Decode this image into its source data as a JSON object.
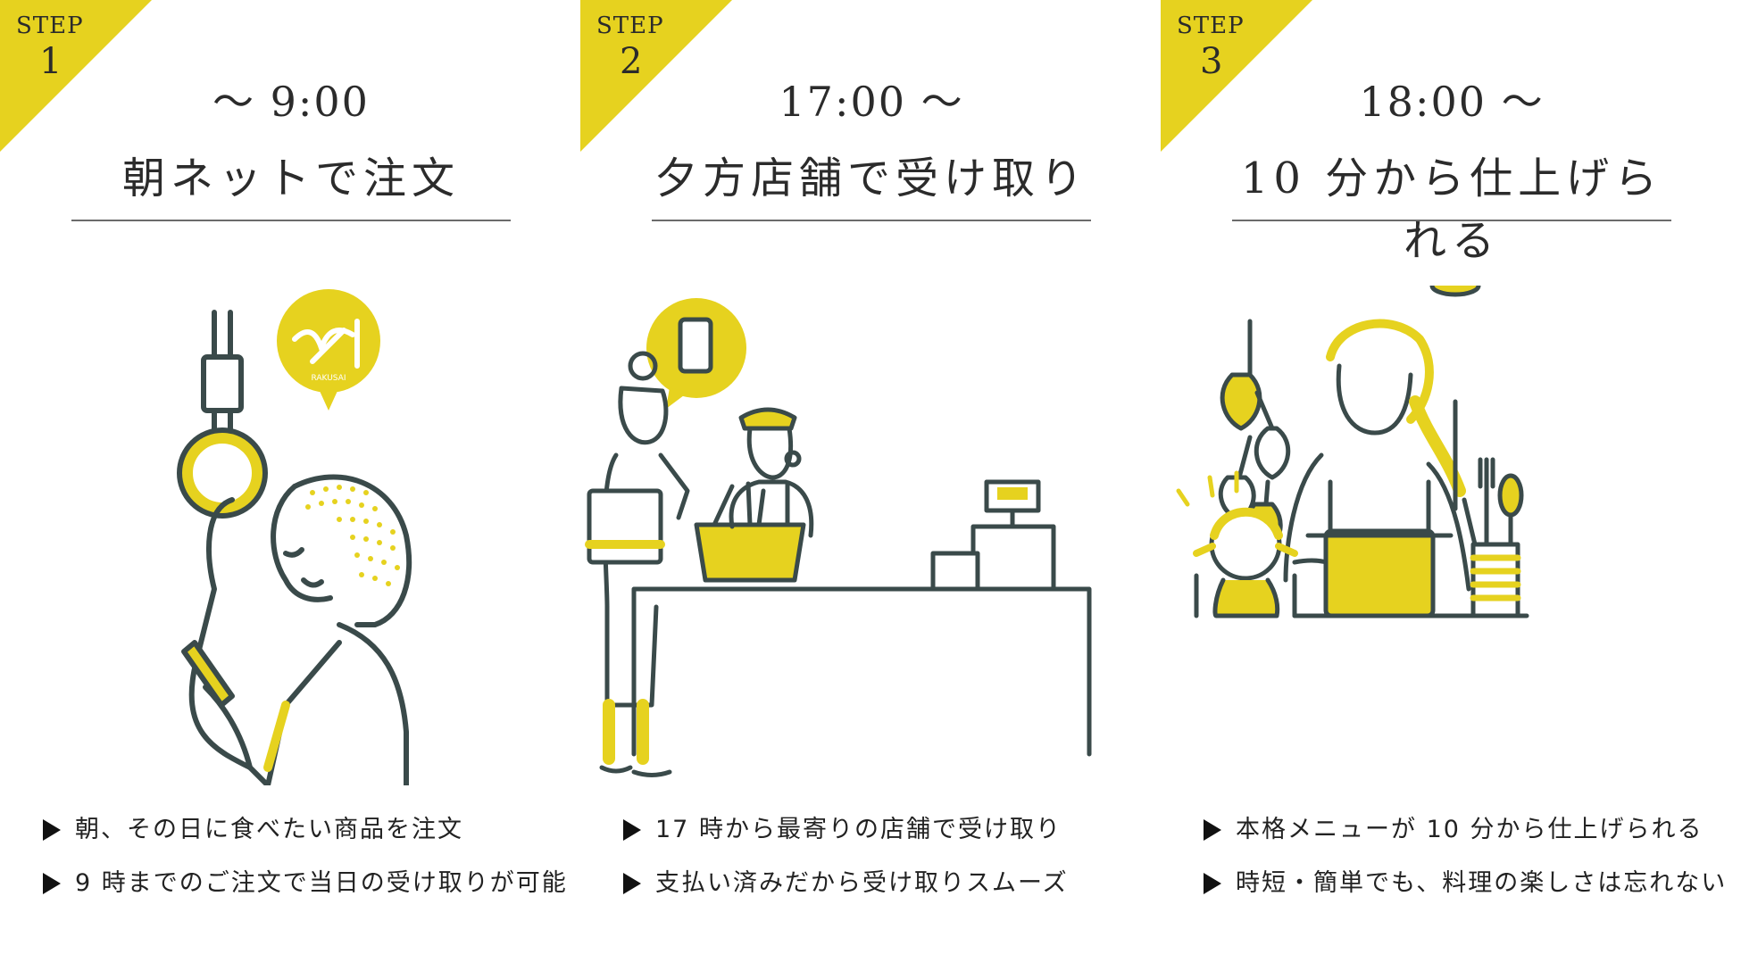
{
  "colors": {
    "accent": "#e6d21f",
    "line": "#3a4a4a",
    "rule": "#6b6b6b"
  },
  "steps": [
    {
      "label": "STEP",
      "number": "1",
      "time": "～ 9:00",
      "title": "朝ネットで注文",
      "bubble_text": "RAKUSAI",
      "bullets": [
        "朝、その日に食べたい商品を注文",
        "9 時までのご注文で当日の受け取りが可能"
      ]
    },
    {
      "label": "STEP",
      "number": "2",
      "time": "17:00 ～",
      "title": "夕方店舗で受け取り",
      "bullets": [
        "17 時から最寄りの店舗で受け取り",
        "支払い済みだから受け取りスムーズ"
      ]
    },
    {
      "label": "STEP",
      "number": "3",
      "time": "18:00 ～",
      "title": "10 分から仕上げられる",
      "bullets": [
        "本格メニューが 10 分から仕上げられる",
        "時短・簡単でも、料理の楽しさは忘れない"
      ]
    }
  ]
}
